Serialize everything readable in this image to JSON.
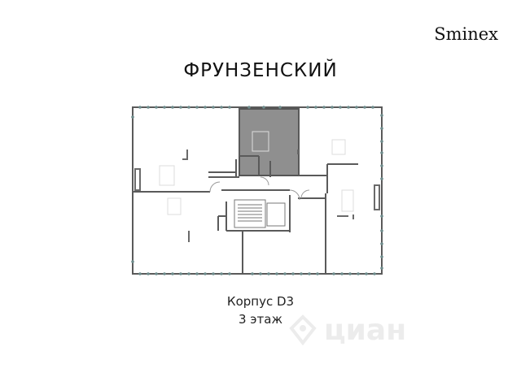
{
  "brand": {
    "name": "Sminex"
  },
  "title": "ФРУНЗЕНСКИЙ",
  "building_label": "Корпус D3",
  "floor_label": "3 этаж",
  "watermark": {
    "text": "циан"
  },
  "colors": {
    "wall": "#5a5a5a",
    "highlight": "#8f8f8f",
    "window_dot": "#6e8c8c",
    "text": "#1a1a1a"
  }
}
